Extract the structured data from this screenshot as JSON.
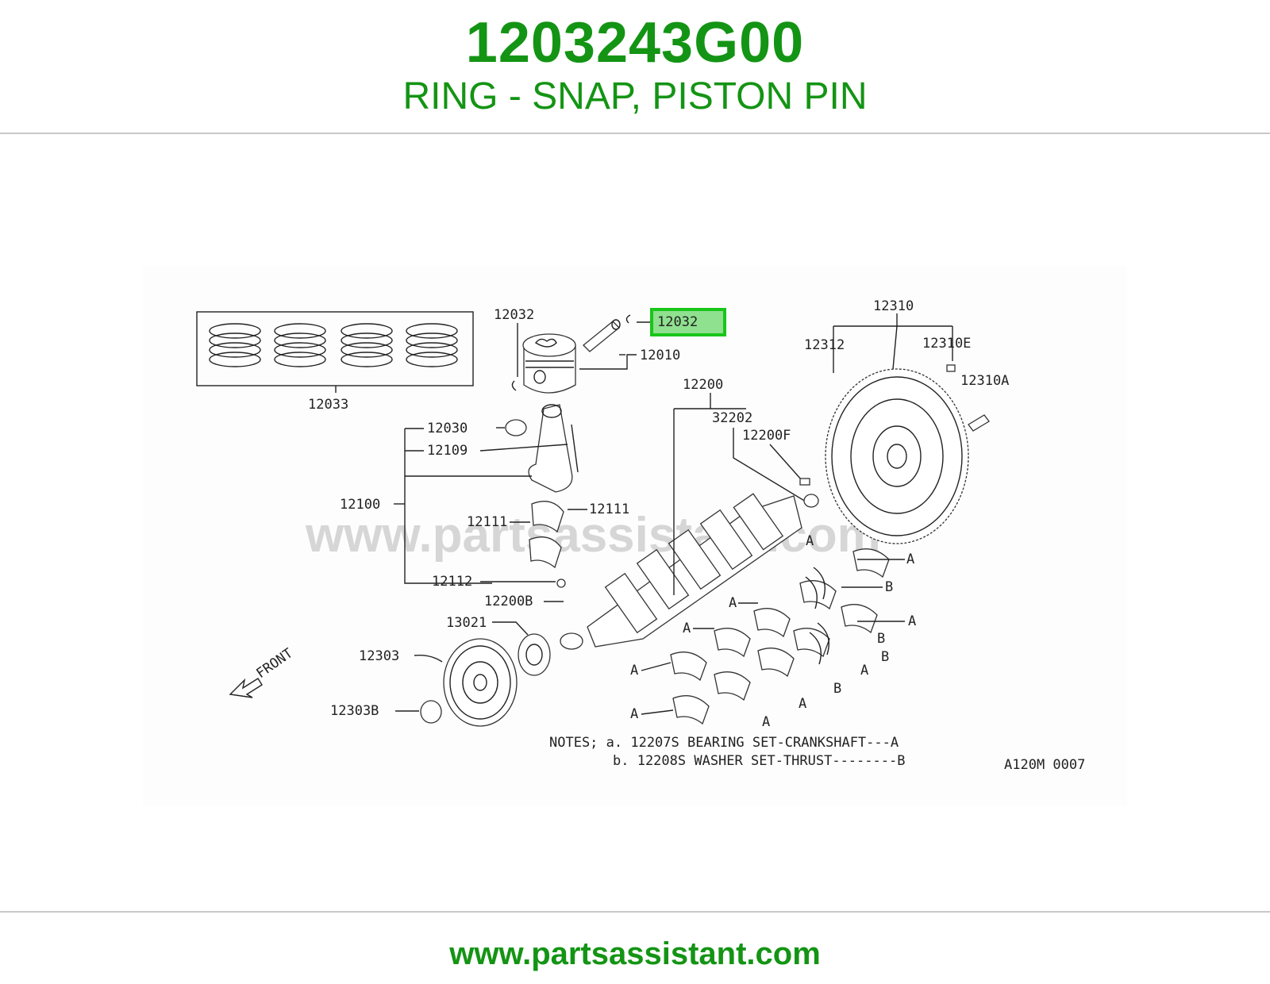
{
  "header": {
    "part_number": "1203243G00",
    "description": "RING - SNAP, PISTON PIN"
  },
  "diagram": {
    "watermark": "www.partsassistant.com",
    "highlighted_label": "12032",
    "labels": {
      "p12032_left": "12032",
      "p12010": "12010",
      "p12033": "12033",
      "p12030": "12030",
      "p12109": "12109",
      "p12100": "12100",
      "p12111_right": "12111",
      "p12111_left": "12111",
      "p12112": "12112",
      "p12200B": "12200B",
      "p13021": "13021",
      "p12303": "12303",
      "p12303B": "12303B",
      "p12200": "12200",
      "p32202": "32202",
      "p12200F": "12200F",
      "p12310": "12310",
      "p12312": "12312",
      "p12310E": "12310E",
      "p12310A": "12310A",
      "front": "FRONT",
      "bearing_A": "A",
      "washer_B": "B"
    },
    "notes": {
      "line_a": "NOTES; a. 12207S BEARING SET-CRANKSHAFT---A",
      "line_b": "b. 12208S WASHER SET-THRUST--------B"
    },
    "diagram_code": "A120M 0007"
  },
  "footer": {
    "url": "www.partsassistant.com"
  },
  "colors": {
    "brand_green": "#149414",
    "highlight_fill": "#8fe08f",
    "highlight_border": "#19c619"
  }
}
